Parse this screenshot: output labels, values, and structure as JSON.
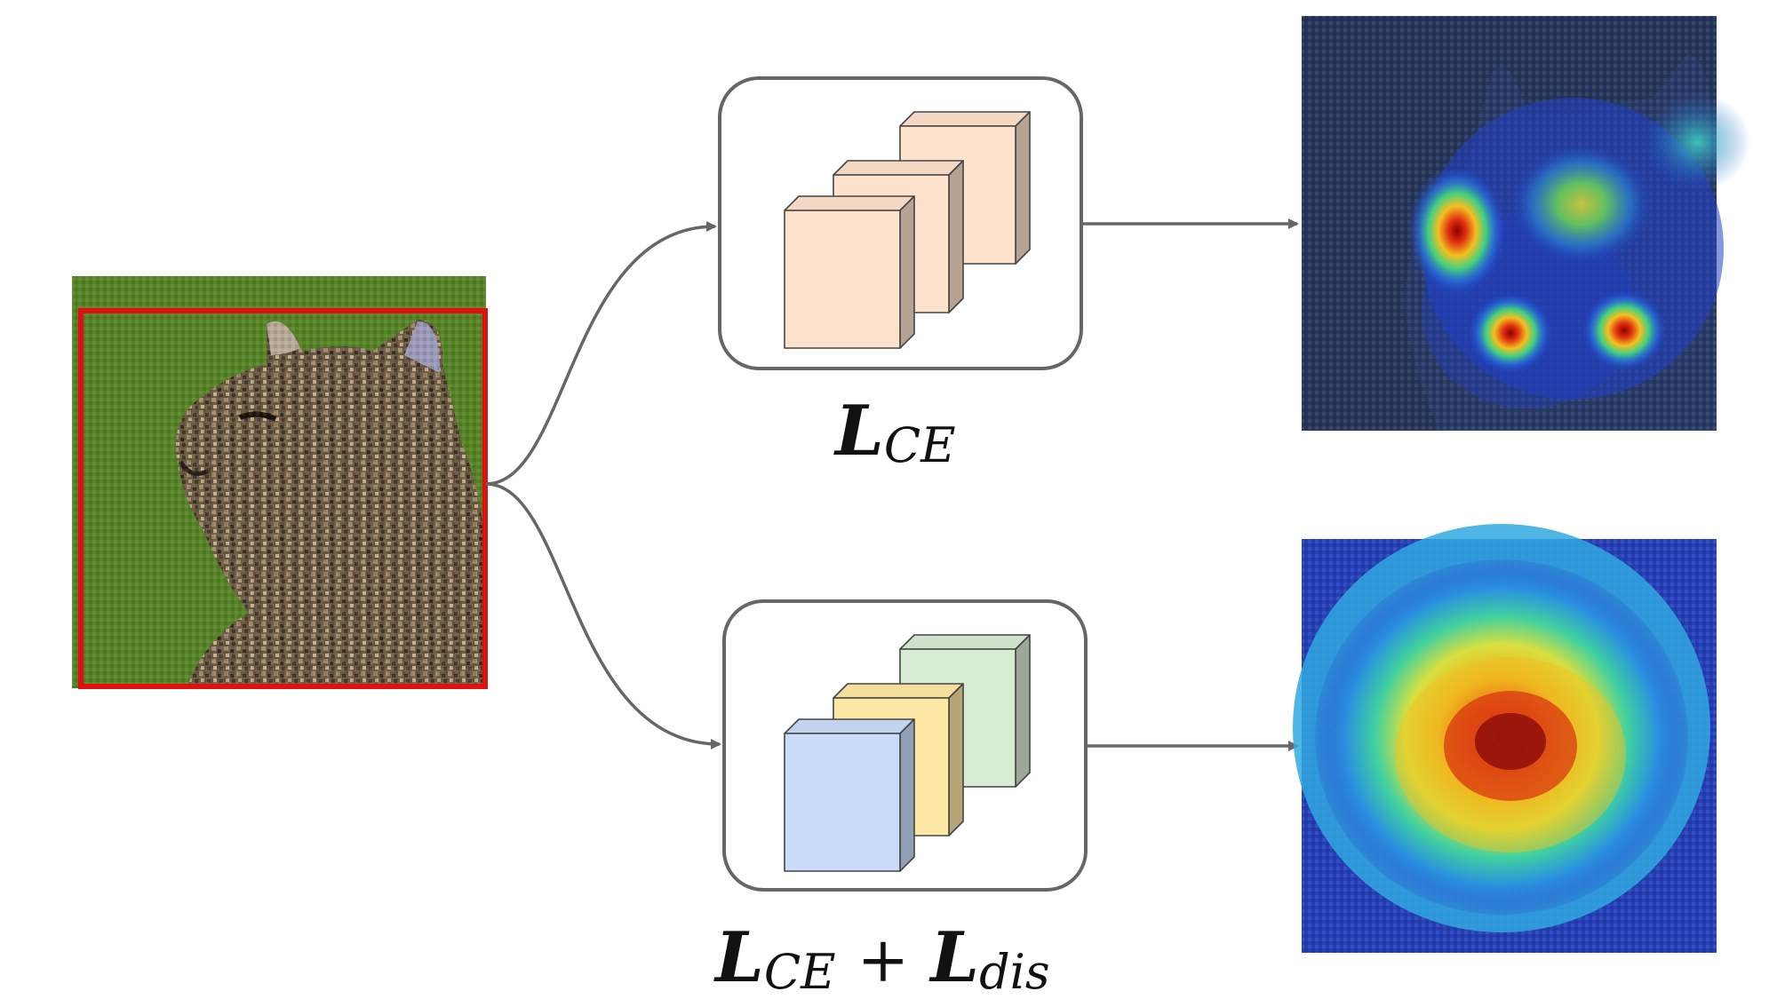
{
  "input_image": {
    "description_icon": "cat-photo",
    "highlight_color": "#e01010"
  },
  "branches": [
    {
      "id": "top",
      "loss": {
        "script": "L",
        "sub": "CE",
        "plus": "",
        "script2": "",
        "sub2": ""
      },
      "feature_colors": [
        "#fde2cc",
        "#fde2cc",
        "#fde2cc"
      ],
      "heatmap_style": "sparse"
    },
    {
      "id": "bottom",
      "loss": {
        "script": "L",
        "sub": "CE",
        "plus": "+",
        "script2": "L",
        "sub2": "dis"
      },
      "feature_colors": [
        "#d8ebd3",
        "#fde7a4",
        "#cadcfa"
      ],
      "heatmap_style": "dense"
    }
  ],
  "colors": {
    "arrow": "#666666",
    "box_stroke": "#666666",
    "cube_stroke": "#444444"
  }
}
